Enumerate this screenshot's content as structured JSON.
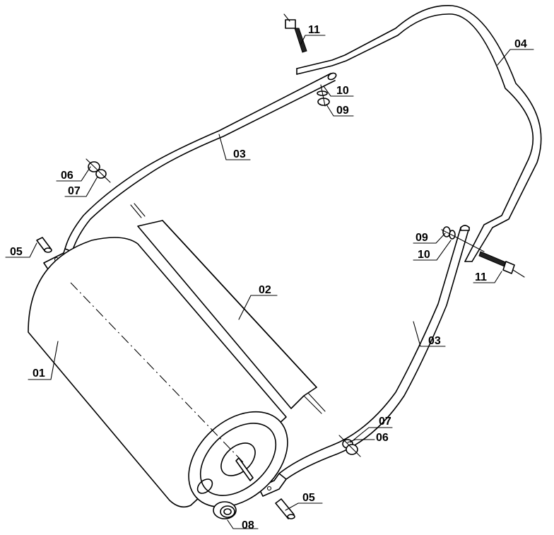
{
  "labels": {
    "part_01": "01",
    "part_02": "02",
    "part_03_left": "03",
    "part_03_right": "03",
    "part_04": "04",
    "part_05_left": "05",
    "part_05_right": "05",
    "part_06_left": "06",
    "part_06_right": "06",
    "part_07_left": "07",
    "part_07_right": "07",
    "part_08": "08",
    "part_09_left": "09",
    "part_09_right": "09",
    "part_10_left": "10",
    "part_10_right": "10",
    "part_11_left": "11",
    "part_11_right": "11"
  }
}
